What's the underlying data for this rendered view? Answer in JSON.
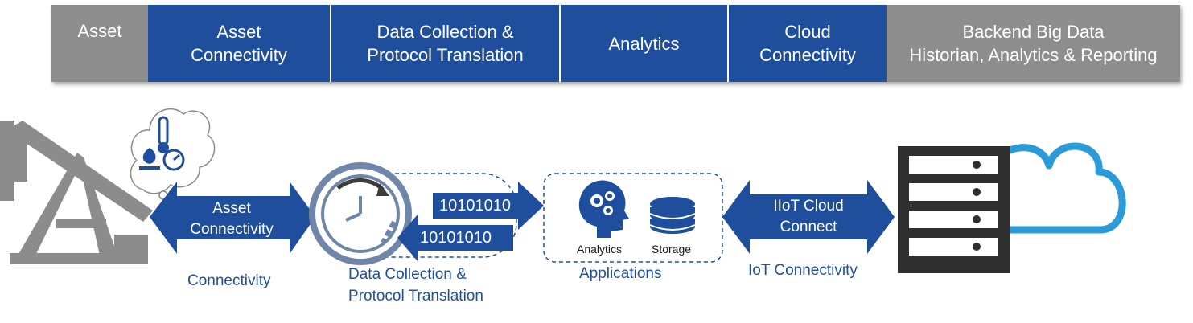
{
  "header": {
    "cells": [
      {
        "label": "Asset"
      },
      {
        "label": "Asset\nConnectivity"
      },
      {
        "label": "Data Collection &\nProtocol Translation"
      },
      {
        "label": "Analytics"
      },
      {
        "label": "Cloud\nConnectivity"
      },
      {
        "label": "Backend Big Data\nHistorian, Analytics & Reporting"
      }
    ]
  },
  "diagram": {
    "asset_arrow_label": "Asset\nConnectivity",
    "connectivity_caption": "Connectivity",
    "bits_top": "10101010",
    "bits_bottom": "10101010",
    "data_collection_caption": "Data Collection &\nProtocol Translation",
    "analytics_label": "Analytics",
    "storage_label": "Storage",
    "applications_caption": "Applications",
    "cloud_arrow_label": "IIoT Cloud\nConnect",
    "iot_caption": "IoT Connectivity"
  },
  "colors": {
    "blue": "#1f4e9c",
    "gray": "#8e8e8e",
    "cloud": "#2b9ad8"
  }
}
